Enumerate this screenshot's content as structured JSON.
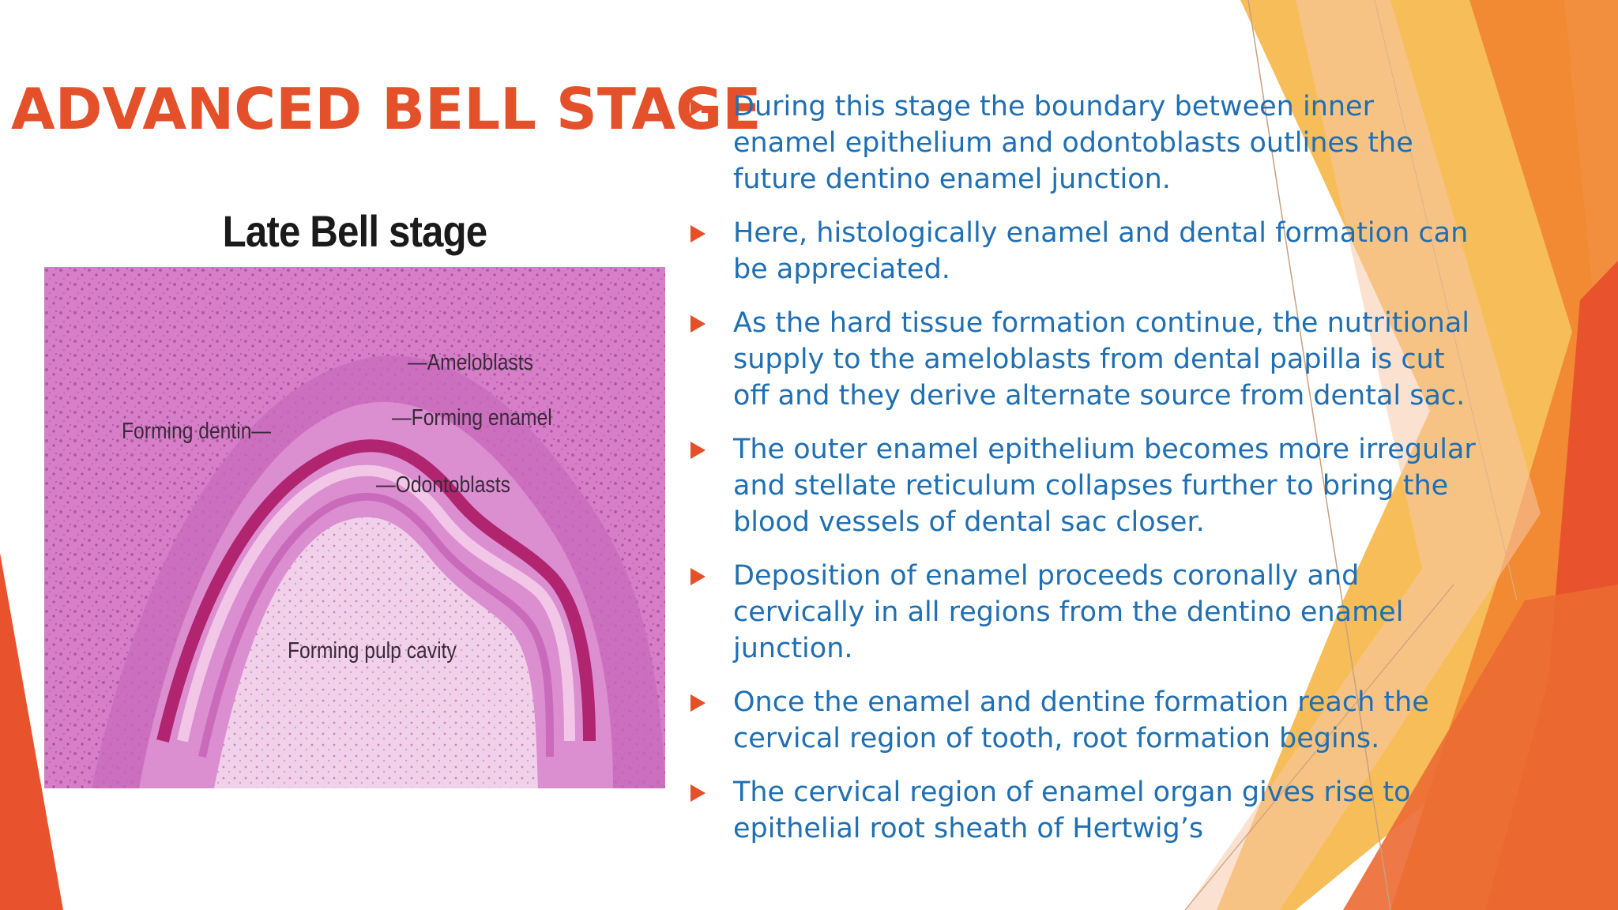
{
  "slide": {
    "title": "ADVANCED BELL STAGE",
    "figure": {
      "heading": "Late Bell stage",
      "labels": {
        "ameloblasts": "Ameloblasts",
        "forming_enamel": "Forming enamel",
        "forming_dentin": "Forming dentin",
        "odontoblasts": "Odontoblasts",
        "forming_pulp_cavity": "Forming pulp cavity"
      }
    },
    "bullets": [
      "During this stage the boundary between inner enamel epithelium and odontoblasts outlines the future dentino enamel junction.",
      "Here, histologically enamel and dental formation can be appreciated.",
      "As the hard tissue formation continue, the nutritional supply to the ameloblasts from dental papilla is cut off and they derive alternate source from dental sac.",
      "The outer enamel epithelium becomes more irregular and stellate reticulum collapses further to bring the blood vessels of dental sac closer.",
      "Deposition of enamel proceeds coronally and cervically in all regions from the dentino enamel junction.",
      "Once the enamel and dentine formation reach the cervical region of tooth, root formation begins.",
      "The cervical region of enamel organ gives rise to epithelial root sheath of Hertwig’s"
    ]
  },
  "colors": {
    "title": "#e4502a",
    "bullet_text": "#1f6fb2",
    "bullet_marker": "#e4502a",
    "accent_orange": "#f0852f",
    "accent_yellow": "#f6b23c",
    "accent_red": "#e8522c"
  },
  "icons": {
    "bullet_marker": "triangle-right-icon"
  }
}
